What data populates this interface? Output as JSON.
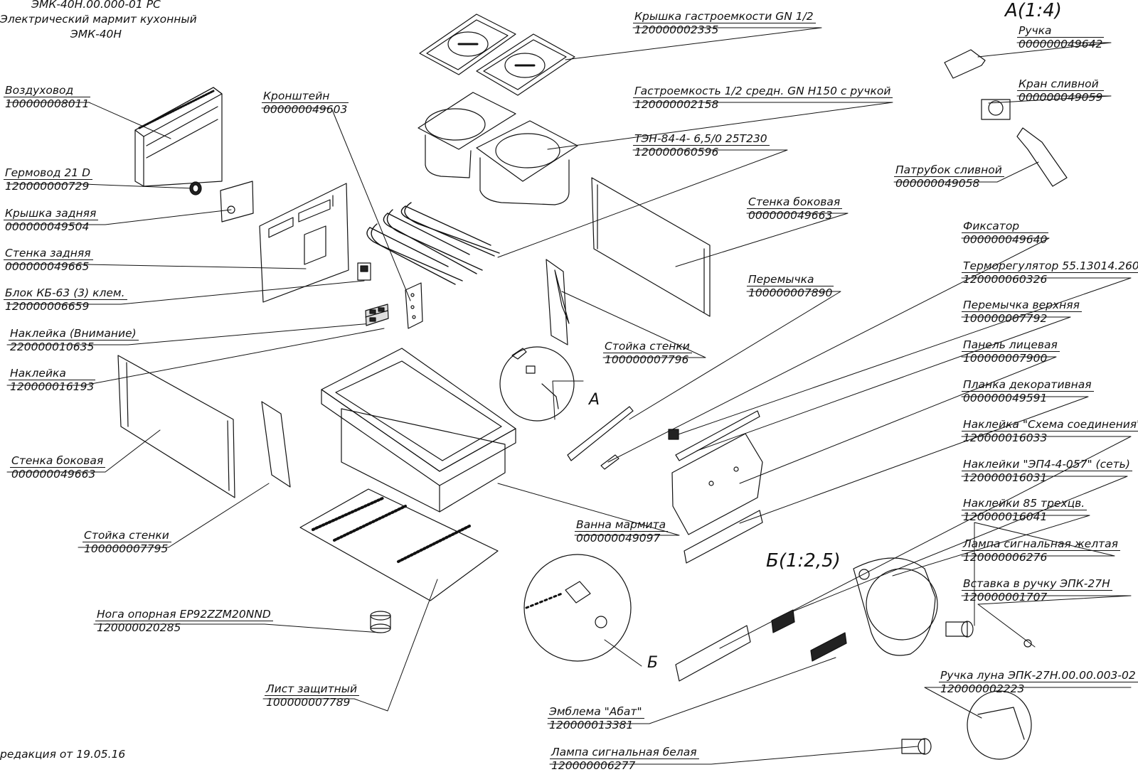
{
  "header": {
    "doc_code": "ЭМК-40Н.00.000-01 РС",
    "title_line1": "Электрический мармит кухонный",
    "title_line2": "ЭМК-40Н"
  },
  "views": {
    "view_a_title": "А(1:4)",
    "view_b_title": "Б(1:2,5)",
    "callout_a": "А",
    "callout_b": "Б"
  },
  "revision": "редакция от 19.05.16",
  "parts": [
    {
      "name": "Воздуховод",
      "code": "100000008011"
    },
    {
      "name": "Гермовод 21 D",
      "code": "120000000729"
    },
    {
      "name": "Крышка задняя",
      "code": "000000049504"
    },
    {
      "name": "Стенка задняя",
      "code": "000000049665"
    },
    {
      "name": "Блок КБ-63 (3) клем.",
      "code": "120000006659"
    },
    {
      "name": "Наклейка (Внимание)",
      "code": "220000010635"
    },
    {
      "name": "Наклейка",
      "code": "120000016193"
    },
    {
      "name": "Стенка боковая",
      "code": "000000049663"
    },
    {
      "name": "Стойка стенки",
      "code": "100000007795"
    },
    {
      "name": "Нога опорная EP92ZZM20NND",
      "code": "120000020285"
    },
    {
      "name": "Лист защитный",
      "code": "100000007789"
    },
    {
      "name": "Кронштейн",
      "code": "000000049603"
    },
    {
      "name": "Крышка гастроемкости GN 1/2",
      "code": "120000002335"
    },
    {
      "name": "Гастроемкость 1/2 средн. GN H150 с ручкой",
      "code": "120000002158"
    },
    {
      "name": "ТЭН-84-4- 6,5/0 25Т230",
      "code": "120000060596"
    },
    {
      "name": "Стенка боковая",
      "code": "000000049663"
    },
    {
      "name": "Перемычка",
      "code": "100000007890"
    },
    {
      "name": "Стойка стенки",
      "code": "100000007796"
    },
    {
      "name": "Ванна мармита",
      "code": "000000049097"
    },
    {
      "name": "Ручка",
      "code": "000000049642"
    },
    {
      "name": "Кран сливной",
      "code": "000000049059"
    },
    {
      "name": "Патрубок сливной",
      "code": "000000049058"
    },
    {
      "name": "Фиксатор",
      "code": "000000049640"
    },
    {
      "name": "Терморегулятор 55.13014.260",
      "code": "120000060326"
    },
    {
      "name": "Перемычка верхняя",
      "code": "100000007792"
    },
    {
      "name": "Панель лицевая",
      "code": "100000007900"
    },
    {
      "name": "Планка декоративная",
      "code": "000000049591"
    },
    {
      "name": "Наклейка \"Схема соединения\"",
      "code": "120000016033"
    },
    {
      "name": "Наклейки \"ЭП4-4-057\" (сеть)",
      "code": "120000016031"
    },
    {
      "name": "Наклейки 85 трехцв.",
      "code": "120000016041"
    },
    {
      "name": "Лампа сигнальная желтая",
      "code": "120000006276"
    },
    {
      "name": "Вставка в ручку ЭПК-27Н",
      "code": "120000001707"
    },
    {
      "name": "Ручка луна ЭПК-27Н.00.00.003-02",
      "code": "120000002223"
    },
    {
      "name": "Эмблема \"Абат\"",
      "code": "120000013381"
    },
    {
      "name": "Лампа сигнальная белая",
      "code": "120000006277"
    }
  ]
}
